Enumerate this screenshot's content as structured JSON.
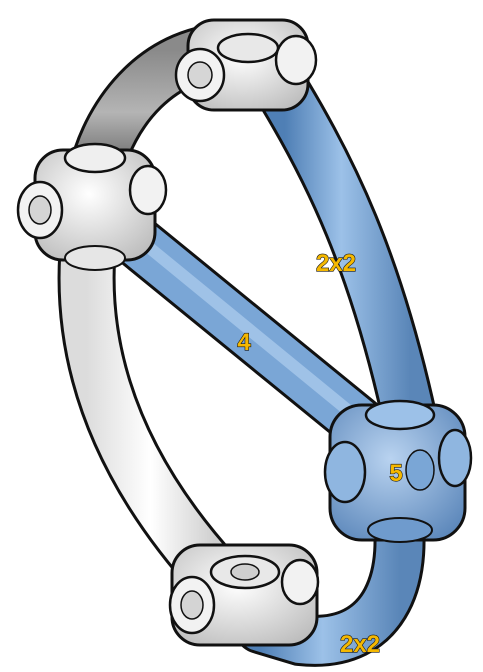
{
  "labels": {
    "top_right_tube": "2x2",
    "diagonal_tube": "4",
    "center_connector": "5",
    "bottom_curved_tube": "2x2"
  },
  "colors": {
    "highlight_blue": "#7aa6d6",
    "highlight_blue_dark": "#4f7fb5",
    "gray_tube": "#6f6f6f",
    "white_part": "#f4f4f4",
    "outline": "#111111",
    "label_fill": "#f5b800"
  }
}
